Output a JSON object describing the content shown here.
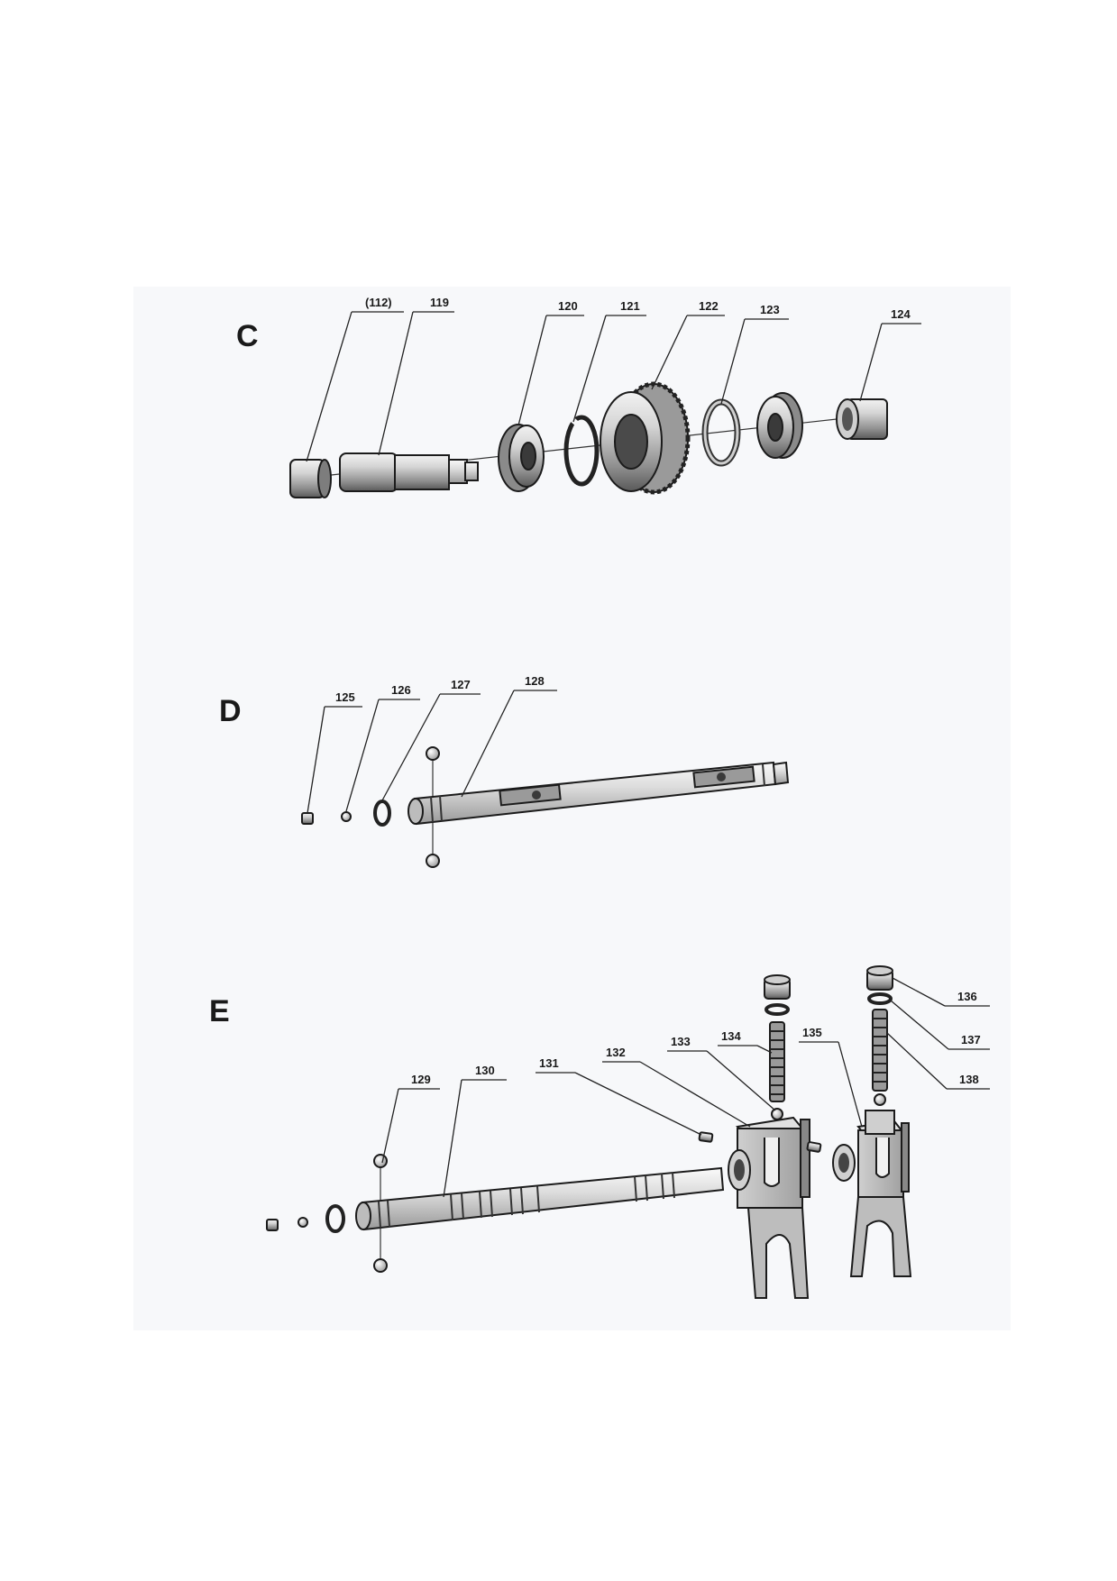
{
  "sections": {
    "c": {
      "letter": "C",
      "labels": {
        "p112": "(112)",
        "p119": "119",
        "p120": "120",
        "p121": "121",
        "p122": "122",
        "p123": "123",
        "p124": "124"
      }
    },
    "d": {
      "letter": "D",
      "labels": {
        "p125": "125",
        "p126": "126",
        "p127": "127",
        "p128": "128"
      }
    },
    "e": {
      "letter": "E",
      "labels": {
        "p129": "129",
        "p130": "130",
        "p131": "131",
        "p132": "132",
        "p133": "133",
        "p134": "134",
        "p135": "135",
        "p136": "136",
        "p137": "137",
        "p138": "138"
      }
    }
  },
  "colors": {
    "ink": "#1a1a1a",
    "metal_light": "#d9d9d9",
    "metal_mid": "#a9a9a9",
    "metal_dark": "#4a4a4a"
  }
}
